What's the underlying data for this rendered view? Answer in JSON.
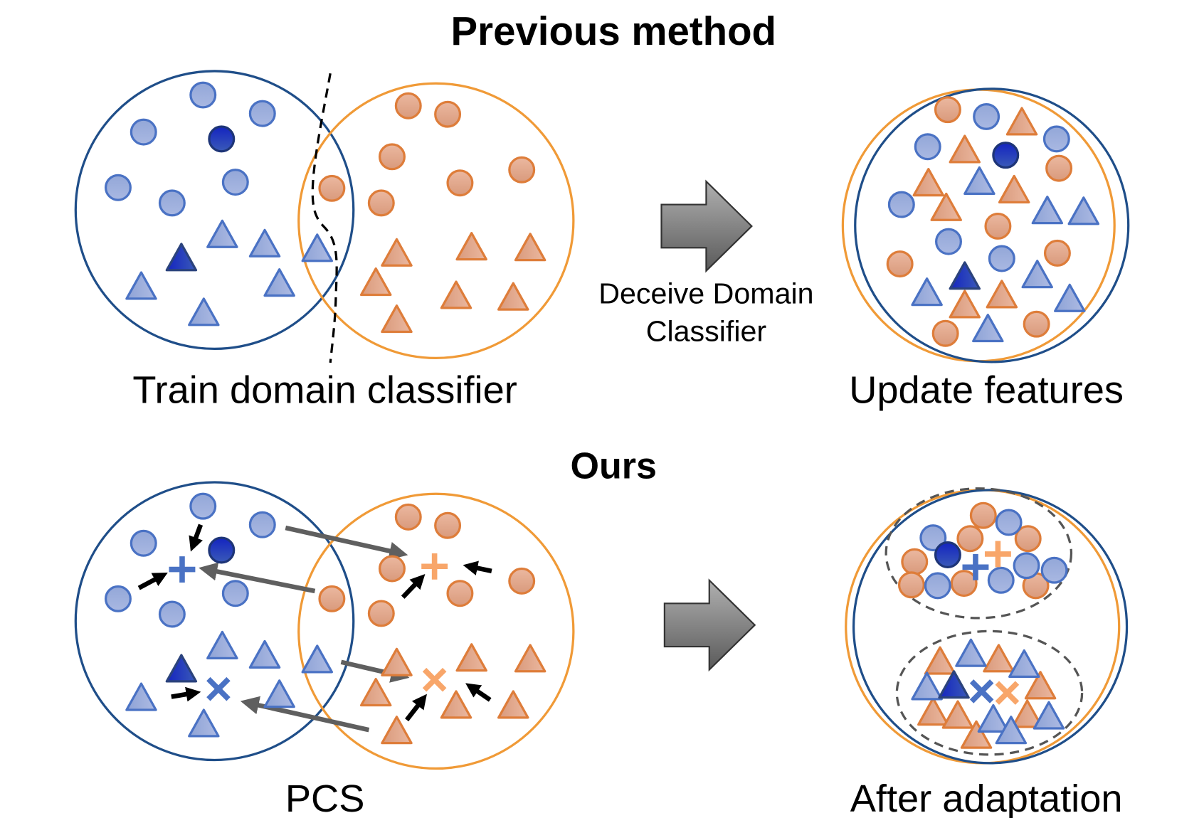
{
  "top": {
    "title": "Previous method",
    "left_caption": "Train domain classifier",
    "arrow_caption_line1": "Deceive Domain",
    "arrow_caption_line2": "Classifier",
    "right_caption": "Update features"
  },
  "bottom": {
    "title": "Ours",
    "left_caption": "PCS",
    "right_caption": "After adaptation"
  },
  "colors": {
    "source_domain": "#1f4e89",
    "target_domain": "#f09a37",
    "source_marker_fill": "#9aaedb",
    "source_marker_stroke": "#4a72c4",
    "source_anchor": "#1a2fb5",
    "target_marker_fill": "#e2a98c",
    "target_marker_stroke": "#de7d3a",
    "prototype_target": "#f8a66a",
    "prototype_source": "#4a72c4",
    "cross_arrow": "#5f5f5f",
    "pull_arrow": "#000000"
  },
  "legend_semantics": {
    "circle": "class A sample",
    "triangle": "class B sample",
    "plus": "class A prototype",
    "cross": "class B prototype"
  }
}
